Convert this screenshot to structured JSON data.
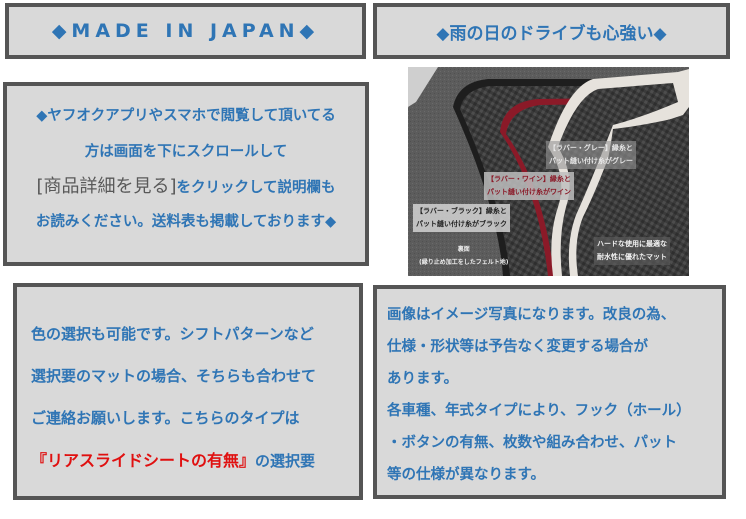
{
  "banner_left": {
    "text": "◆MADE IN JAPAN◆"
  },
  "banner_right": {
    "text": "◆雨の日のドライブも心強い◆"
  },
  "notice": {
    "line1": "◆ヤフオクアプリやスマホで閲覧して頂いてる",
    "line2": "方は画面を下にスクロールして",
    "line3_bracket": "[商品詳細を見る]",
    "line3_rest": "をクリックして説明欄も",
    "line4": "お読みください。送料表も掲載しております◆"
  },
  "photo": {
    "labels": {
      "gray_1": "【ラバー・グレー】縁糸と",
      "gray_2": "パット縫い付け糸がグレー",
      "wine_1": "【ラバー・ワイン】縁糸と",
      "wine_2": "パット縫い付け糸がワイン",
      "black_1": "【ラバー・ブラック】縁糸と",
      "black_2": "パット縫い付け糸がブラック",
      "back_1": "裏面",
      "back_2": "(縁り止め加工をしたフェルト地)",
      "hard_1": "ハードな使用に最適な",
      "hard_2": "耐水性に優れたマット"
    },
    "colors": {
      "felt": "#5a5a5a",
      "rubber": "#3a3a3a",
      "wine": "#8b1a28",
      "gray_edge": "#e6e2dc",
      "black_edge": "#1e1e1e"
    }
  },
  "color_notice": {
    "line1": "色の選択も可能です。シフトパターンなど",
    "line2": "選択要のマットの場合、そちらも合わせて",
    "line3": "ご連絡お願いします。こちらのタイプは",
    "line4_red": "『リアスライドシートの有無』",
    "line4_rest": "の選択要"
  },
  "disclaimer": {
    "lines": [
      "画像はイメージ写真になります。改良の為、",
      "仕様・形状等は予告なく変更する場合が",
      "あります。",
      "各車種、年式タイプにより、フック（ホール）",
      "・ボタンの有無、枚数や組み合わせ、パット",
      "等の仕様が異なります。"
    ]
  },
  "theme": {
    "box_bg": "#d9d9d9",
    "box_border": "#555555",
    "text_blue": "#2f75b5",
    "text_red": "#e01010",
    "text_gray": "#595959"
  }
}
